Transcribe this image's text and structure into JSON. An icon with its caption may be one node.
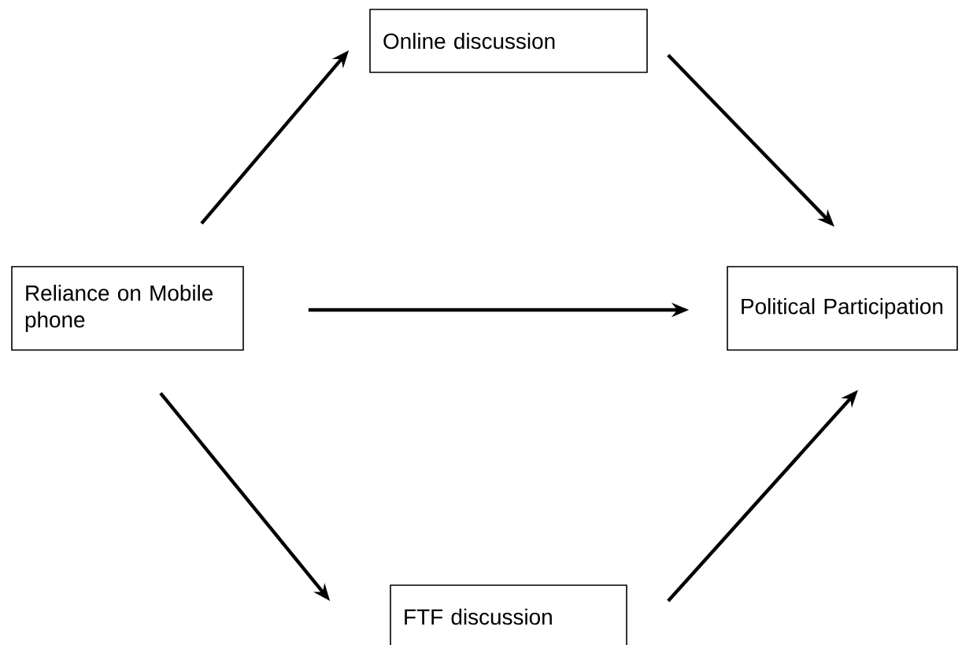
{
  "diagram": {
    "nodes": [
      {
        "text": [
          "Online discussion"
        ]
      },
      {
        "text": [
          "Reliance on Mobile phone"
        ]
      },
      {
        "text": [
          "Political Participation"
        ]
      },
      {
        "text": [
          "FTF discussion"
        ]
      }
    ],
    "edges": [
      {
        "from": 1,
        "to": 0,
        "arrow": "to"
      },
      {
        "from": 0,
        "to": 2,
        "arrow": "to"
      },
      {
        "from": 1,
        "to": 2,
        "arrow": "to"
      },
      {
        "from": 1,
        "to": 3,
        "arrow": "to"
      },
      {
        "from": 3,
        "to": 2,
        "arrow": "to"
      }
    ]
  }
}
